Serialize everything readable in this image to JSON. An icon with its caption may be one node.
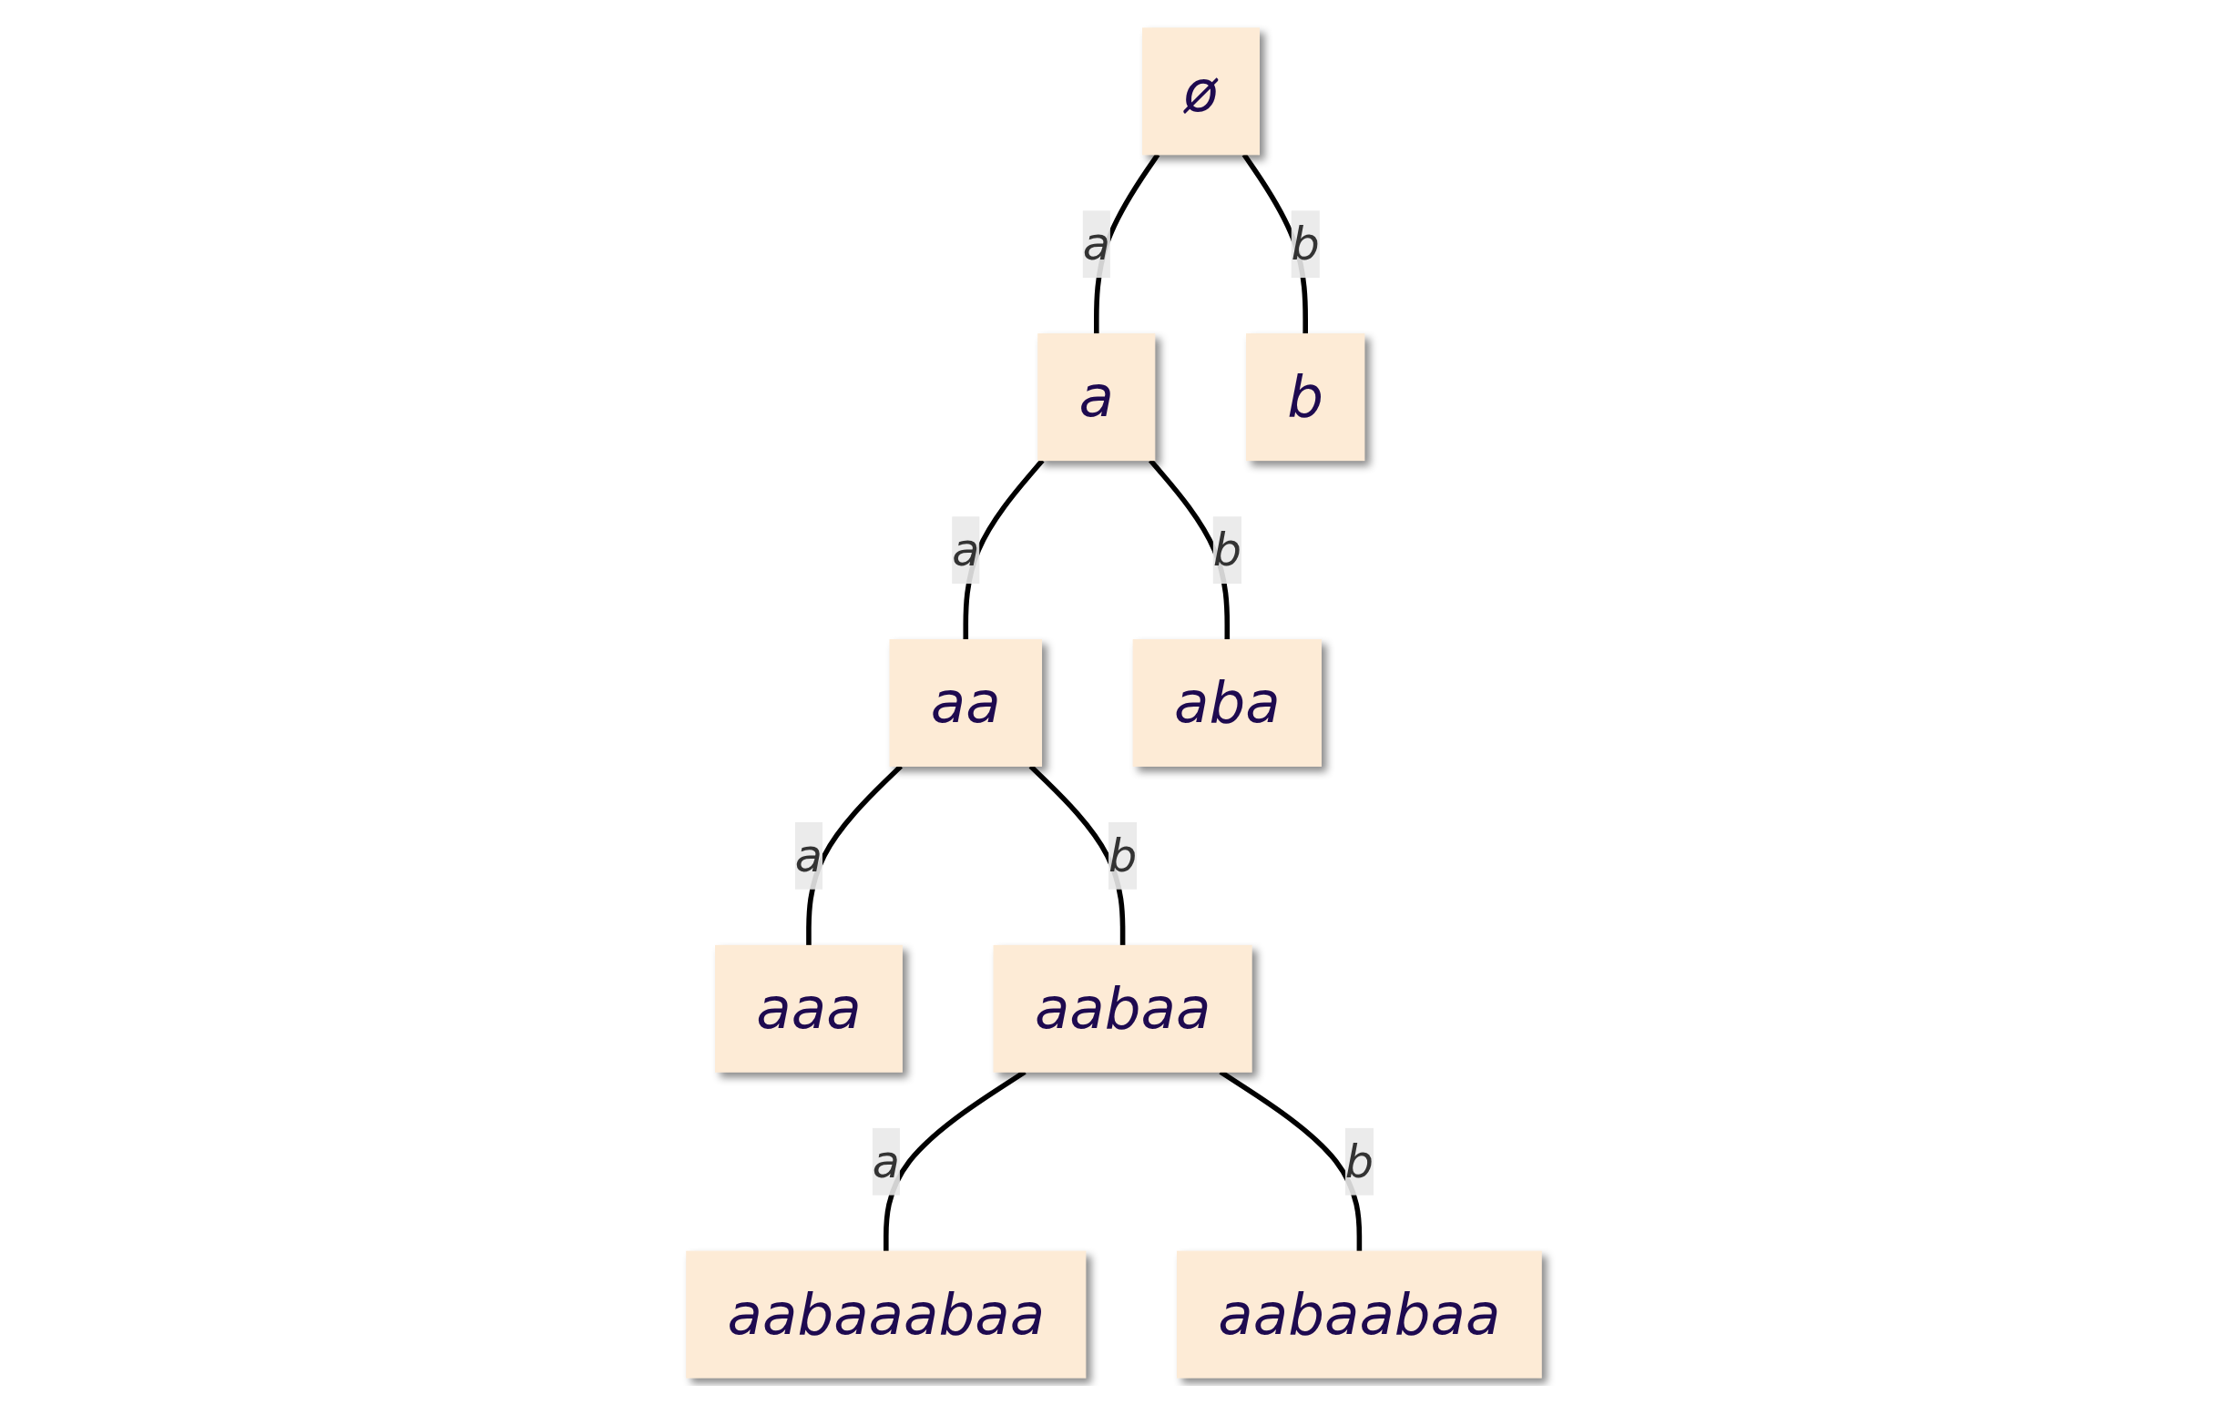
{
  "diagram": {
    "nodes": [
      {
        "text": [
          "ø"
        ]
      },
      {
        "text": [
          "a"
        ]
      },
      {
        "text": [
          "b"
        ]
      },
      {
        "text": [
          "aa"
        ]
      },
      {
        "text": [
          "aba"
        ]
      },
      {
        "text": [
          "aaa"
        ]
      },
      {
        "text": [
          "aabaa"
        ]
      },
      {
        "text": [
          "aabaaabaa"
        ]
      },
      {
        "text": [
          "aabaabaa"
        ]
      }
    ],
    "edges": [
      {
        "from": 0,
        "to": 1,
        "arrow": "none",
        "label": "a"
      },
      {
        "from": 0,
        "to": 2,
        "arrow": "none",
        "label": "b"
      },
      {
        "from": 1,
        "to": 3,
        "arrow": "none",
        "label": "a"
      },
      {
        "from": 1,
        "to": 4,
        "arrow": "none",
        "label": "b"
      },
      {
        "from": 3,
        "to": 5,
        "arrow": "none",
        "label": "a"
      },
      {
        "from": 3,
        "to": 6,
        "arrow": "none",
        "label": "b"
      },
      {
        "from": 6,
        "to": 7,
        "arrow": "none",
        "label": "a"
      },
      {
        "from": 6,
        "to": 8,
        "arrow": "none",
        "label": "b"
      }
    ]
  }
}
